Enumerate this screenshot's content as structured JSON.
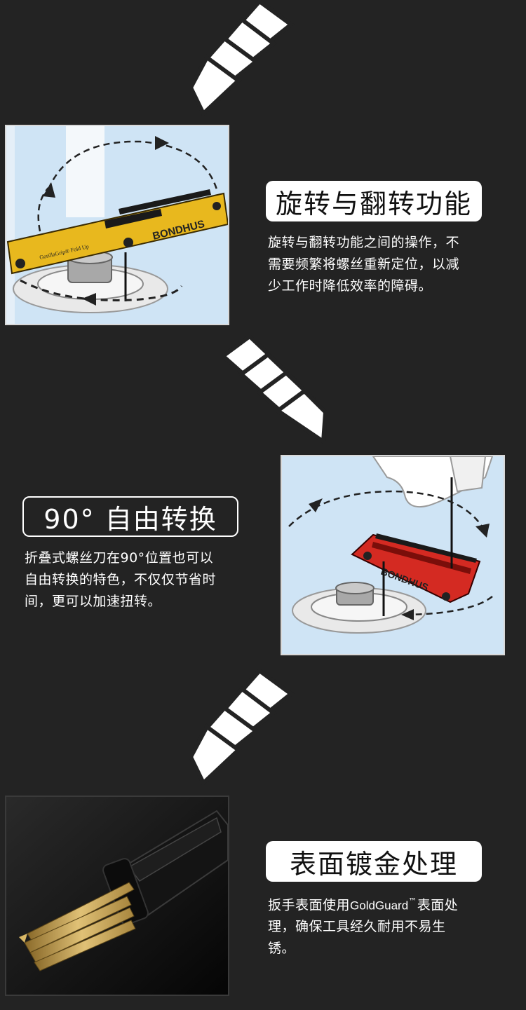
{
  "sections": [
    {
      "title": "旋转与翻转功能",
      "desc_lines": [
        "旋转与翻转功能之间的操作，不",
        "需要频繁将螺丝重新定位，以减",
        "少工作时降低效率的障碍。"
      ],
      "tool_brand": "BONDHUS",
      "tool_label": "GorillaGrip® Fold Up"
    },
    {
      "title": "90° 自由转换",
      "desc_lines": [
        "折叠式螺丝刀在90°位置也可以",
        "自由转换的特色，不仅仅节省时",
        "间，更可以加速扭转。"
      ],
      "tool_brand": "BONDHUS"
    },
    {
      "title": "表面镀金处理",
      "desc_line1_pre": "扳手表面使用",
      "desc_brand": "GoldGuard",
      "desc_tm": "™",
      "desc_line1_post": "表面处",
      "desc_lines": [
        "理，确保工具经久耐用不易生",
        "锈。"
      ]
    }
  ],
  "colors": {
    "background": "#232323",
    "photo_bg": "#cfe4f5",
    "yellow_tool": "#e8b81e",
    "red_tool": "#d42a22",
    "gold_bits": "#c9a552"
  }
}
